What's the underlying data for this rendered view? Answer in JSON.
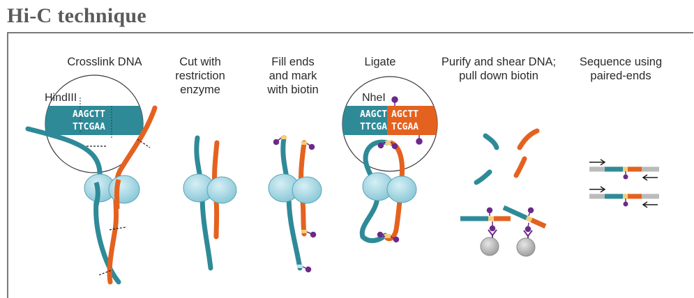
{
  "title": "Hi-C technique",
  "steps": [
    {
      "label": "Crosslink DNA"
    },
    {
      "label": "Cut with\nrestriction\nenzyme"
    },
    {
      "label": "Fill ends\nand mark\nwith biotin"
    },
    {
      "label": "Ligate"
    },
    {
      "label": "Purify and shear DNA;\npull down biotin"
    },
    {
      "label": "Sequence using\npaired-ends"
    }
  ],
  "enzymes": {
    "hind": {
      "name": "HindIII",
      "top": "AAGCTT",
      "bottom": "TTCGAA"
    },
    "nhe": {
      "name": "NheI",
      "top_left": "AAGCT",
      "top_right": "AGCTT",
      "bottom_left": "TTCGA",
      "bottom_right": "TCGAA"
    }
  },
  "colors": {
    "teal": "#2f8a98",
    "orange": "#e4621f",
    "protein": "#a9dbe6",
    "biotin": "#6b2a8a",
    "bead": "#b8b8b8",
    "border": "#7a7a7a"
  },
  "icons": [
    "arrow-right-icon",
    "arrow-left-icon",
    "biotin-icon",
    "bead-icon",
    "protein-complex-icon"
  ]
}
